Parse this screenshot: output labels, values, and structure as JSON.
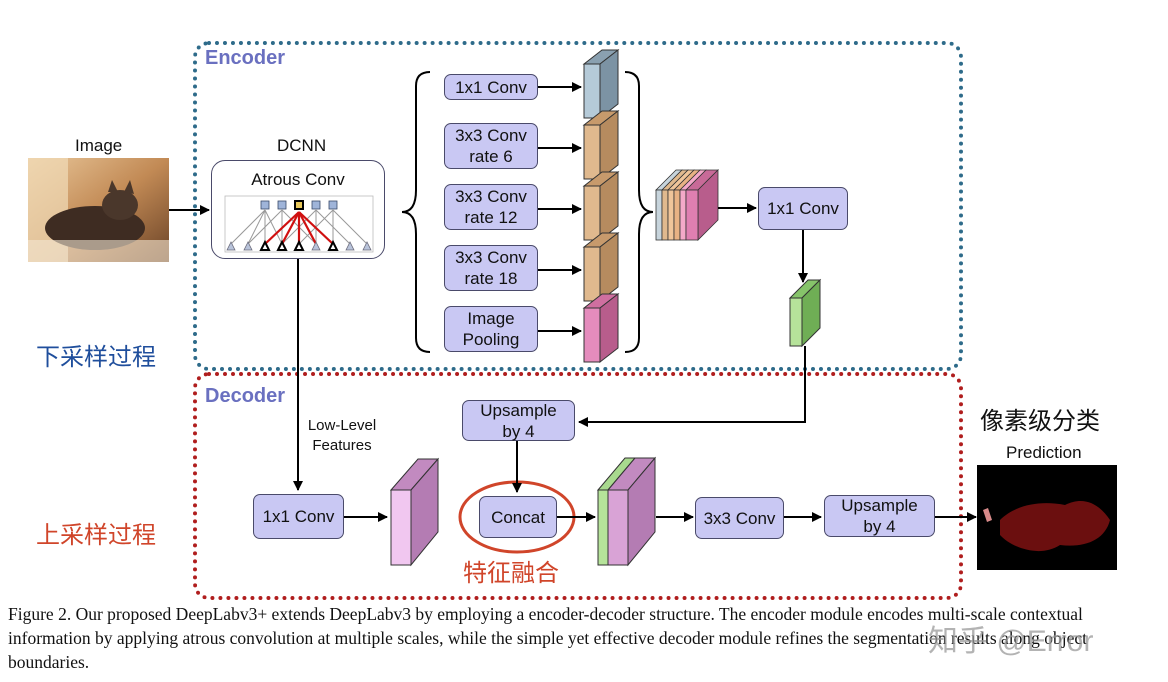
{
  "encoder": {
    "title": "Encoder",
    "dcnn_label": "DCNN",
    "atrous_label": "Atrous Conv",
    "branches": [
      "1x1 Conv",
      "3x3 Conv\nrate 6",
      "3x3 Conv\nrate 12",
      "3x3 Conv\nrate 18",
      "Image\nPooling"
    ],
    "conv_1x1": "1x1 Conv"
  },
  "decoder": {
    "title": "Decoder",
    "low_level": "Low-Level\nFeatures",
    "conv_1x1": "1x1 Conv",
    "upsample_top": "Upsample\nby 4",
    "concat": "Concat",
    "conv_3x3": "3x3 Conv",
    "upsample_right": "Upsample\nby 4"
  },
  "image_label": "Image",
  "prediction_label": "Prediction",
  "annotations": {
    "downsample": "下采样过程",
    "upsample": "上采样过程",
    "fusion": "特征融合",
    "pixel_class": "像素级分类",
    "watermark": "知乎 @Error"
  },
  "caption": "Figure 2. Our proposed DeepLabv3+ extends DeepLabv3 by employing a encoder-decoder structure. The encoder module encodes multi-scale contextual information by applying atrous convolution at multiple scales, while the simple yet effective decoder module refines the segmentation results along object boundaries.",
  "colors": {
    "box": "#c9c8f3",
    "encoder_border": "#2e6b8a",
    "decoder_border": "#b01e1e",
    "title": "#6a70c0",
    "annotation_blue": "#1f4e9c",
    "annotation_red": "#d0452a"
  }
}
